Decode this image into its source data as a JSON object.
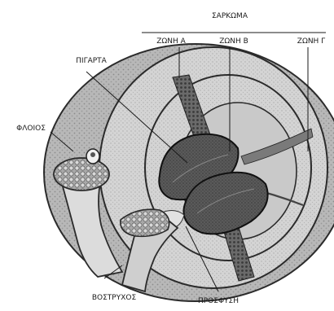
{
  "diagram": {
    "title": "ΣΑΡΚΩΜΑ",
    "labels": {
      "zone_a": "ΖΩΝΗ Α",
      "zone_b": "ΖΩΝΗ Β",
      "zone_c": "ΖΩΝΗ Γ",
      "pit": "ΠΙΓΑΡΤΑ",
      "peel": "ΦΛΟΙΟΣ",
      "stem": "ΒΟΣΤΡΥΧΟΣ",
      "attachment": "ΠΡΟΣΦΥΣΗ"
    }
  }
}
